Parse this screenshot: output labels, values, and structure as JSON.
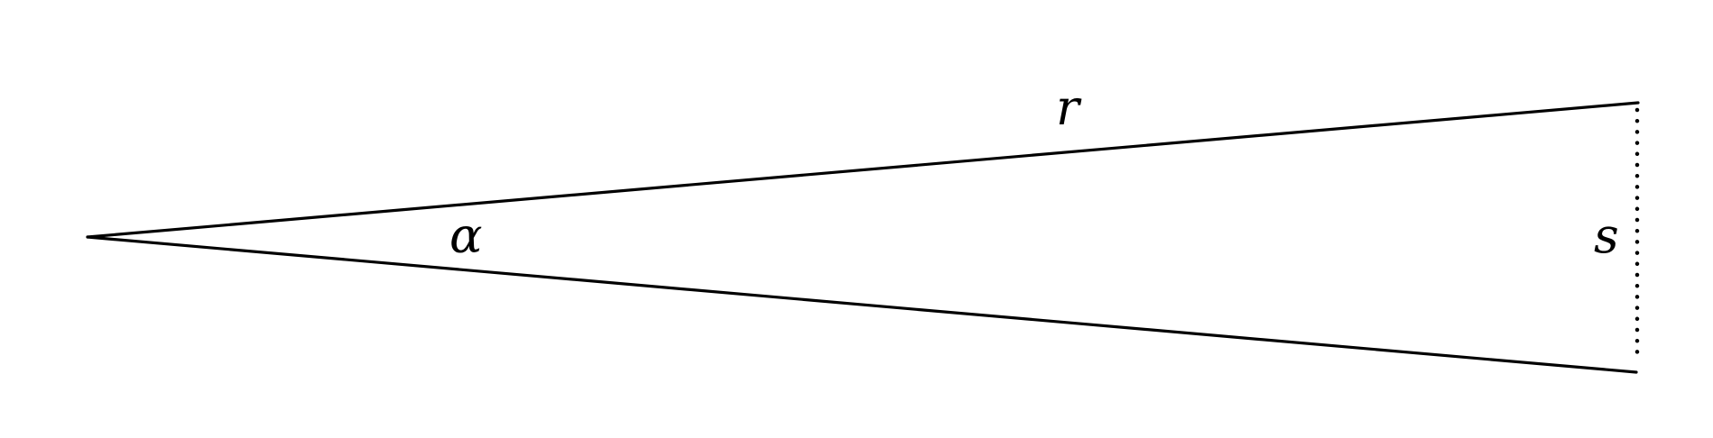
{
  "diagram": {
    "labels": {
      "radius": "r",
      "angle": "α",
      "arc": "s"
    },
    "colors": {
      "stroke": "#000000",
      "background": "#ffffff"
    }
  }
}
